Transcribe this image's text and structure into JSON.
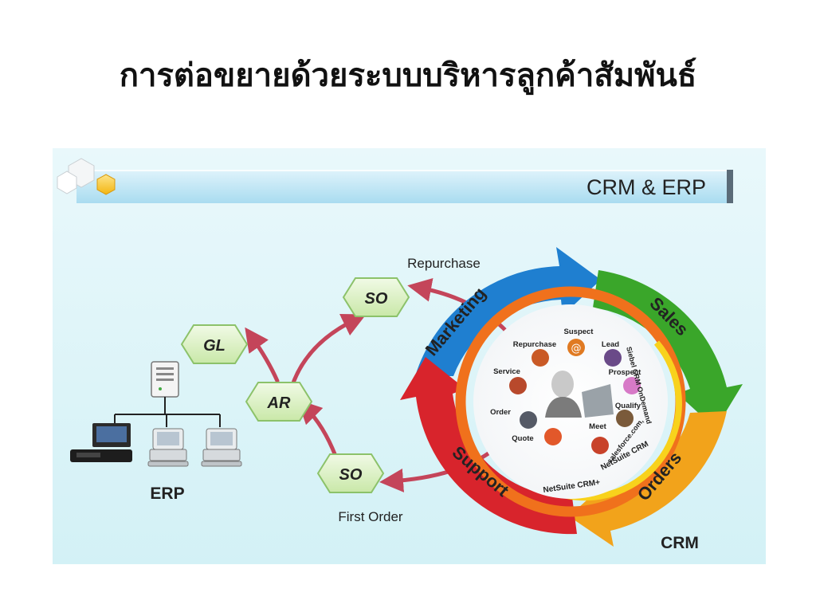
{
  "slide": {
    "title": "การต่อขยายด้วยระบบบริหารลูกค้าสัมพันธ์"
  },
  "figure": {
    "banner_title": "CRM & ERP",
    "erp_label": "ERP",
    "crm_label": "CRM",
    "flow": {
      "repurchase_label": "Repurchase",
      "first_order_label": "First Order",
      "nodes": {
        "so_top": "SO",
        "gl": "GL",
        "ar": "AR",
        "so_bottom": "SO"
      }
    },
    "cycle": {
      "segments": {
        "marketing": "Marketing",
        "sales": "Sales",
        "orders": "Orders",
        "support": "Support"
      },
      "stages": {
        "suspect": "Suspect",
        "repurchase": "Repurchase",
        "lead": "Lead",
        "prospect": "Prospect",
        "service": "Service",
        "qualify": "Qualify",
        "order": "Order",
        "meet": "Meet",
        "quote": "Quote"
      },
      "products": {
        "ondemand": "Siebel CRM OnDemand",
        "salesforce": "salesforce.com,",
        "netsuite": "NetSuite CRM",
        "netsuite_plus": "NetSuite CRM+"
      }
    },
    "colors": {
      "marketing": "#1f7fd0",
      "sales": "#3aa62a",
      "orders": "#f2a31b",
      "support": "#d8242c",
      "inner_ring": "#f0711c",
      "hex_node_fill": "#d8f0bf",
      "hex_node_stroke": "#8cc26a",
      "flow_arrow": "#c4455a"
    }
  }
}
